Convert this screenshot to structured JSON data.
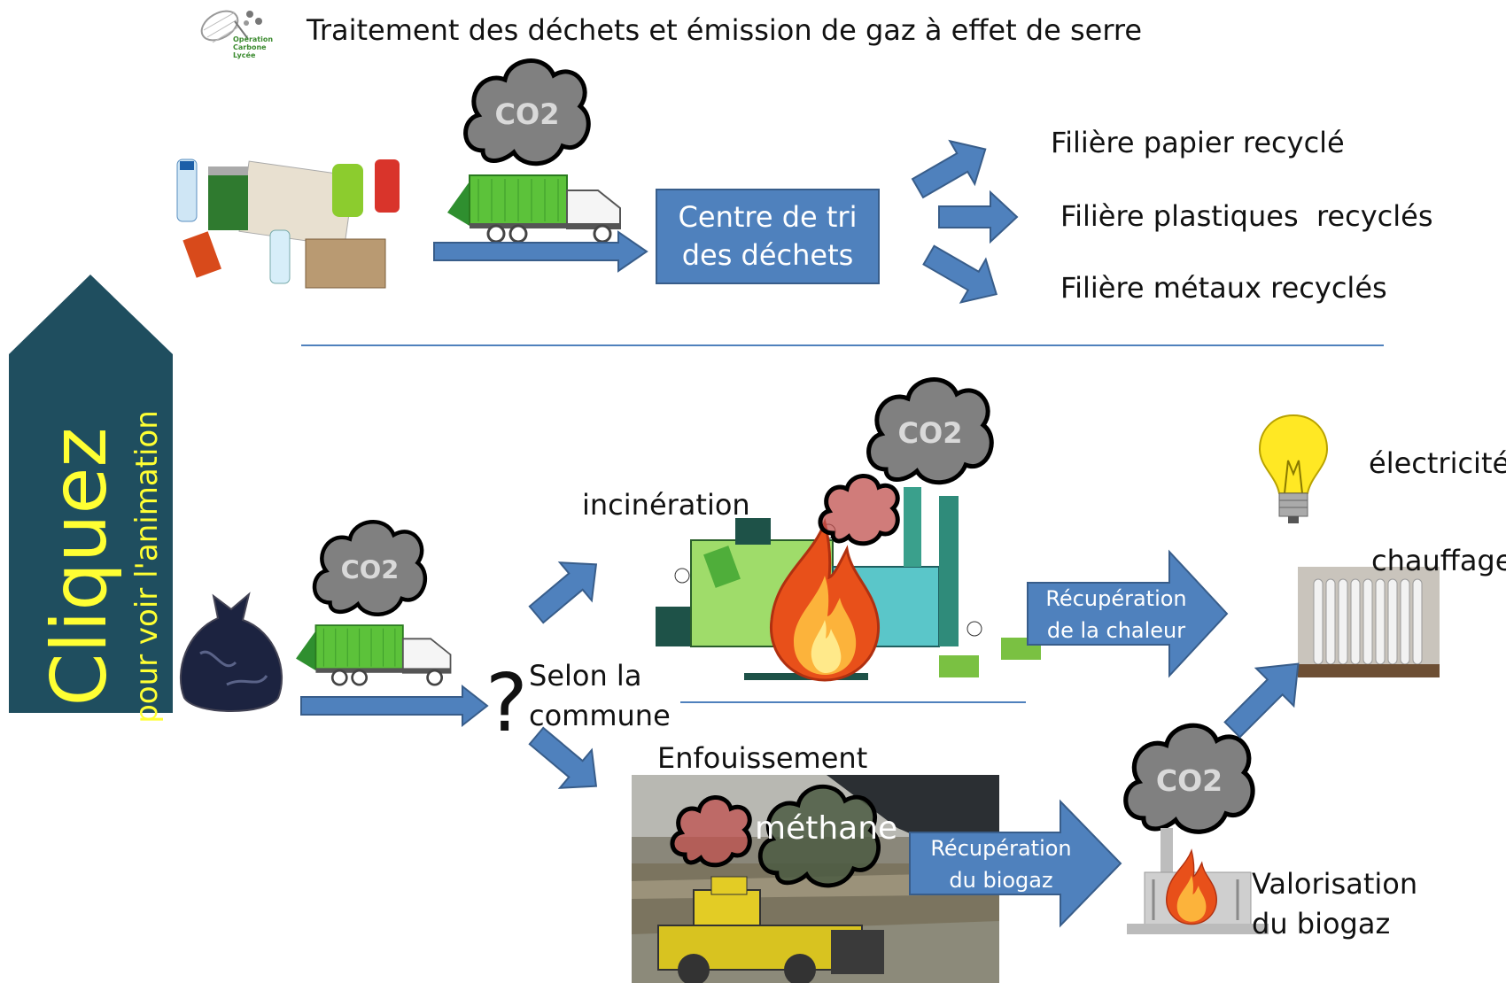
{
  "title": "Traitement des déchets et émission de gaz à effet de serre",
  "logo": {
    "icon": "butterfly-net-icon",
    "text_line1": "Opération",
    "text_line2": "Carbone",
    "text_line3": "Lycée"
  },
  "click_banner": {
    "main": "Cliquez",
    "sub": "pour voir l'animation"
  },
  "sorted_flow": {
    "co2_label": "CO2",
    "center_line1": "Centre de tri",
    "center_line2": "des déchets",
    "outputs": [
      "Filière papier recyclé",
      "Filière plastiques  recyclés",
      "Filière métaux recyclés"
    ]
  },
  "residual_flow": {
    "co2_label": "CO2",
    "question": "?",
    "decision_line1": "Selon la",
    "decision_line2": "commune",
    "incineration_label": "incinération",
    "incineration_co2": "CO2",
    "heat_recovery_line1": "Récupération",
    "heat_recovery_line2": "de la chaleur",
    "electricity": "électricité",
    "heating": "chauffage",
    "landfill_label": "Enfouissement",
    "methane": "méthane",
    "biogas_recovery_line1": "Récupération",
    "biogas_recovery_line2": "du biogaz",
    "biogas_co2": "CO2",
    "valorisation_line1": "Valorisation",
    "valorisation_line2": "du biogaz"
  },
  "colors": {
    "arrow_blue": "#4f81bd",
    "arrow_border": "#385d8a",
    "banner_bg": "#1f4e5f",
    "banner_text": "#ffff33",
    "cloud_gray": "#808080",
    "cloud_pink": "#c0504d",
    "truck_green": "#4caf2f"
  }
}
